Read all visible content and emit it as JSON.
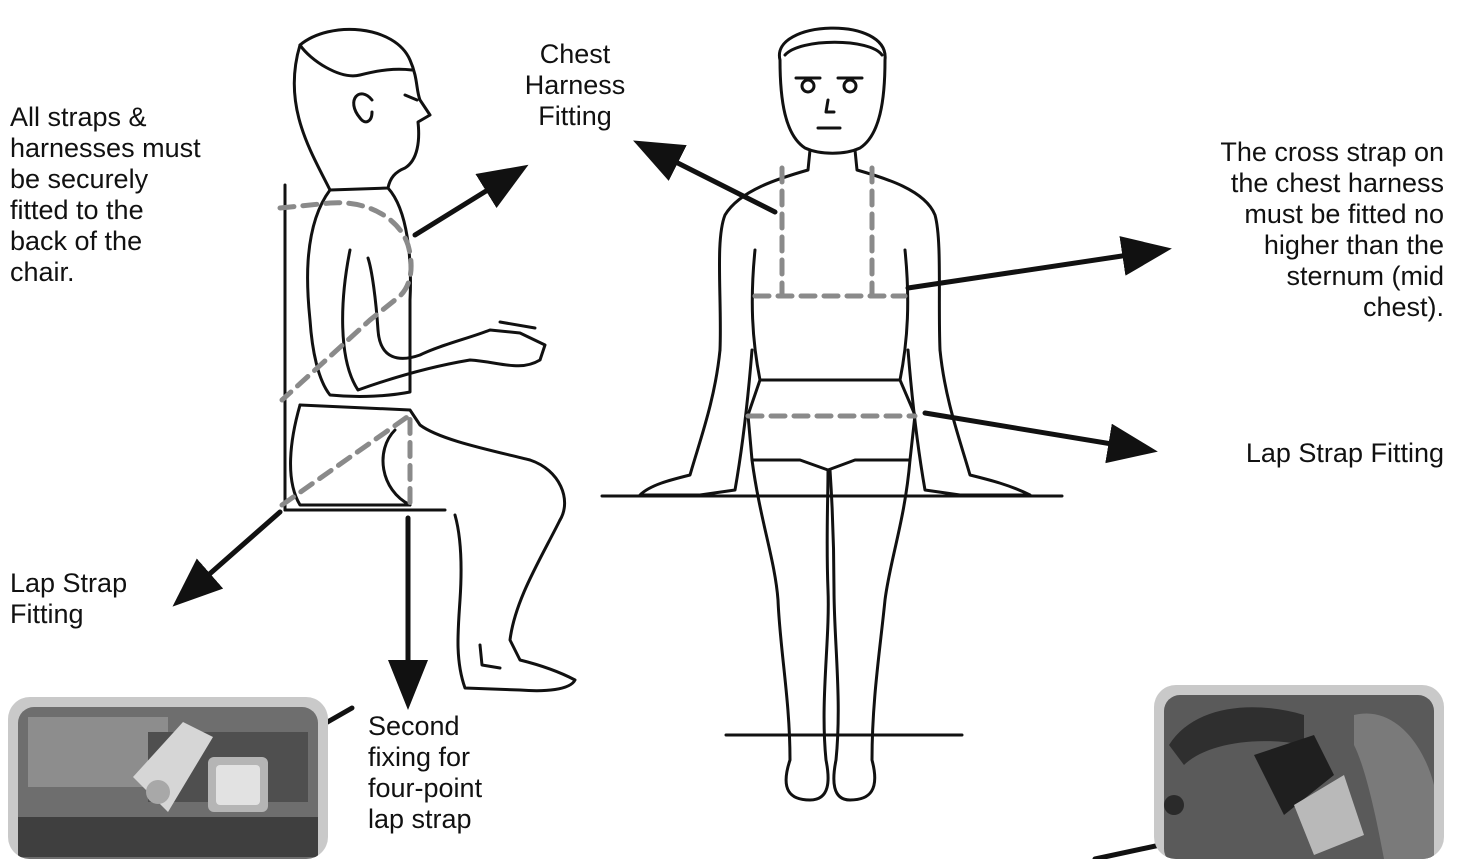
{
  "labels": {
    "straps_note": [
      "All straps &",
      "harnesses must",
      "be securely",
      "fitted to the",
      "back of the",
      "chair."
    ],
    "chest_harness": [
      "Chest",
      "Harness",
      "Fitting"
    ],
    "cross_strap_note": [
      "The cross strap on",
      "the chest harness",
      "must be fitted no",
      "higher than the",
      "sternum (mid",
      "chest)."
    ],
    "lap_strap_right": [
      "Lap Strap Fitting"
    ],
    "lap_strap_left": [
      "Lap Strap",
      "Fitting"
    ],
    "second_fixing": [
      "Second",
      "fixing for",
      "four-point",
      "lap strap"
    ]
  },
  "colors": {
    "outline": "#111111",
    "strap_dashes": "#8a8a8a",
    "photo_frame": "#c9c9c9"
  }
}
